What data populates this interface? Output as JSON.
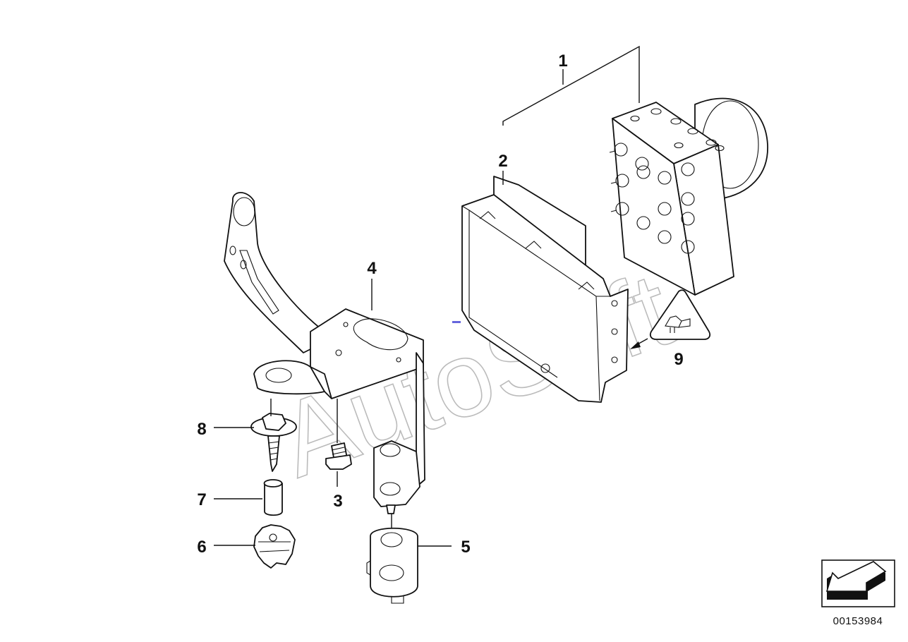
{
  "callouts": {
    "c1": "1",
    "c2": "2",
    "c3": "3",
    "c4": "4",
    "c5": "5",
    "c6": "6",
    "c7": "7",
    "c8": "8",
    "c9": "9"
  },
  "watermark": "AutoSoft",
  "reference_number": "00153984",
  "icons": {
    "warning": "electronics-warning-triangle-icon",
    "orientation": "direction-arrow-icon"
  }
}
